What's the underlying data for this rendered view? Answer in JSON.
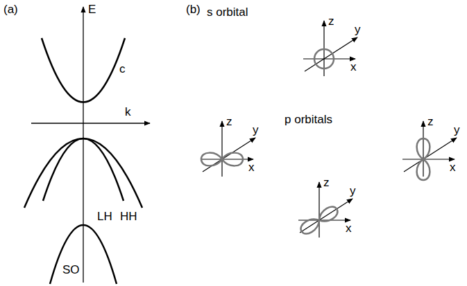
{
  "diagram": {
    "labels": [
      "(a)",
      "E",
      "k",
      "c",
      "LH",
      "HH",
      "SO",
      "(b)",
      "s orbital",
      "z",
      "y",
      "x",
      "p orbitals",
      "z",
      "y",
      "x",
      "z",
      "y",
      "x",
      "z",
      "y",
      "x"
    ]
  }
}
